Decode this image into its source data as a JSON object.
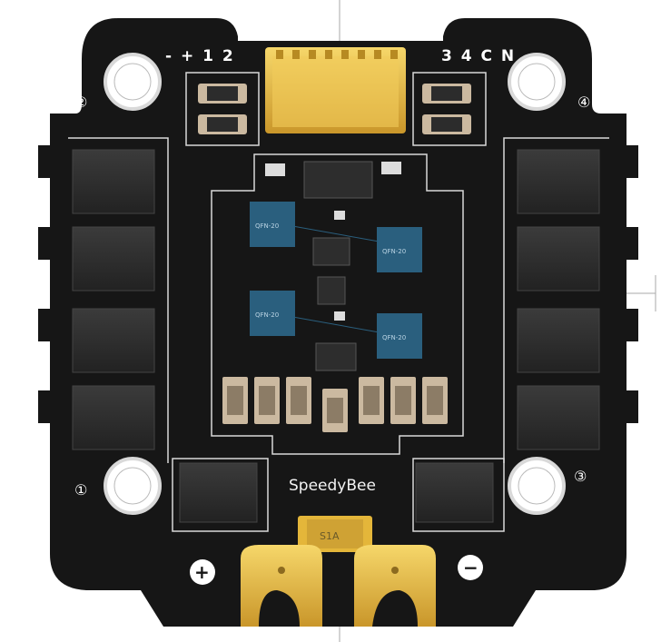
{
  "board": {
    "silkscreen_left": "- + 1 2",
    "silkscreen_right": "3 4 C N",
    "brand": "SpeedyBee",
    "fuse_label": "S1A",
    "chip_label": "QFN-20",
    "pads": {
      "plus": "+",
      "minus": "−"
    },
    "corner_markers": {
      "one": "①",
      "two": "②",
      "three": "③",
      "four": "④"
    }
  },
  "colors": {
    "pcb": "#1a1a1a",
    "silk": "#ffffff",
    "gold": "#e6b835",
    "chip": "#2a5f7e",
    "mosfet": "#2c2c2c"
  }
}
